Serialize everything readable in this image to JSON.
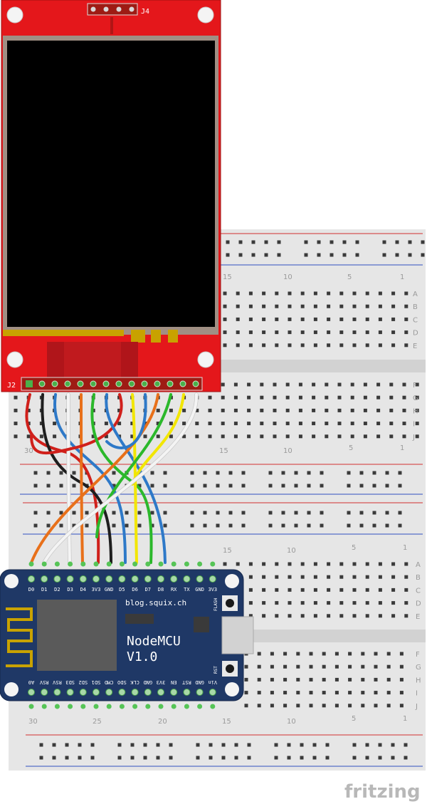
{
  "breadboard1": {
    "column_numbers": [
      "15",
      "10",
      "5",
      "1"
    ],
    "row_letters_top": [
      "A",
      "B",
      "C",
      "D",
      "E"
    ],
    "row_letters_bottom": [
      "F",
      "G",
      "H",
      "I",
      "J"
    ],
    "column_numbers_bottom": [
      "30",
      "15",
      "10",
      "5",
      "1"
    ]
  },
  "breadboard2": {
    "column_numbers_top": [
      "15",
      "10",
      "5",
      "1"
    ],
    "row_letters_top": [
      "A",
      "B",
      "C",
      "D",
      "E"
    ],
    "row_letters_bottom": [
      "F",
      "G",
      "H",
      "I",
      "J"
    ],
    "column_numbers_bottom": [
      "30",
      "25",
      "20",
      "15",
      "10",
      "5",
      "1"
    ]
  },
  "display": {
    "header_top": "J4",
    "header_bottom": "J2"
  },
  "nodemcu": {
    "brand_url": "blog.squix.ch",
    "name": "NodeMCU",
    "version": "V1.0",
    "flash_label": "FLASH",
    "rst_label": "RST",
    "top_pins": [
      "D0",
      "D1",
      "D2",
      "D3",
      "D4",
      "3V3",
      "GND",
      "D5",
      "D6",
      "D7",
      "D8",
      "RX",
      "TX",
      "GND",
      "3V3"
    ],
    "bottom_pins": [
      "A0",
      "RSV",
      "RSV",
      "SD3",
      "SD2",
      "SD1",
      "CMD",
      "SDO",
      "CLK",
      "GND",
      "3V3",
      "EN",
      "RST",
      "GND",
      "Vin"
    ]
  },
  "watermark": "fritzing",
  "wire_colors": {
    "red": "#d0201b",
    "black": "#1e1e1e",
    "blue": "#2e79c8",
    "white": "#f4f4f4",
    "orange": "#e8701a",
    "green": "#2bb82b",
    "yellow": "#f2e600"
  }
}
